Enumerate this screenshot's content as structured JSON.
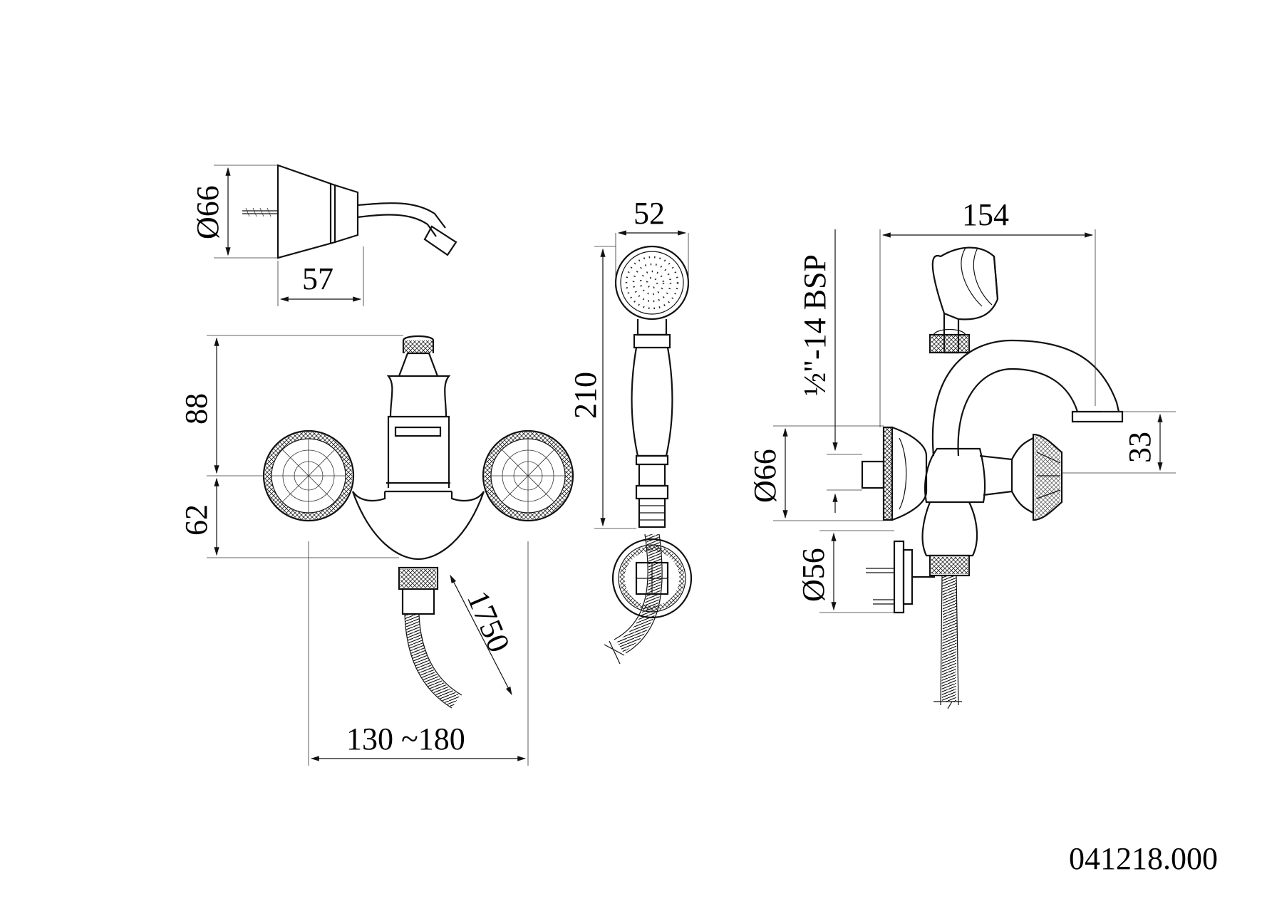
{
  "drawing": {
    "code": "041218.000",
    "dimensions": {
      "wall_bracket_diameter": "Ø66",
      "wall_bracket_depth": "57",
      "handshower_width": "52",
      "handshower_length": "210",
      "valve_height_upper": "88",
      "valve_height_lower": "62",
      "hose_length": "1750",
      "centers_range": "130 ~180",
      "spout_reach": "154",
      "thread_spec": "½\"-14 BSP",
      "flange_diameter": "Ø66",
      "spout_height": "33",
      "holder_diameter": "Ø56"
    }
  }
}
